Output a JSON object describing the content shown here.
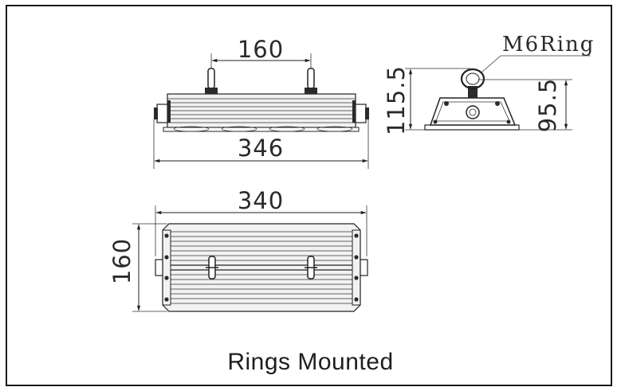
{
  "dimensions": {
    "ring_spacing": "160",
    "length_overall": "346",
    "length_body": "340",
    "width": "160",
    "side_height_total": "115.5",
    "side_height_body": "95.5"
  },
  "callout": {
    "ring_label": "M6Ring"
  },
  "caption": "Rings Mounted"
}
